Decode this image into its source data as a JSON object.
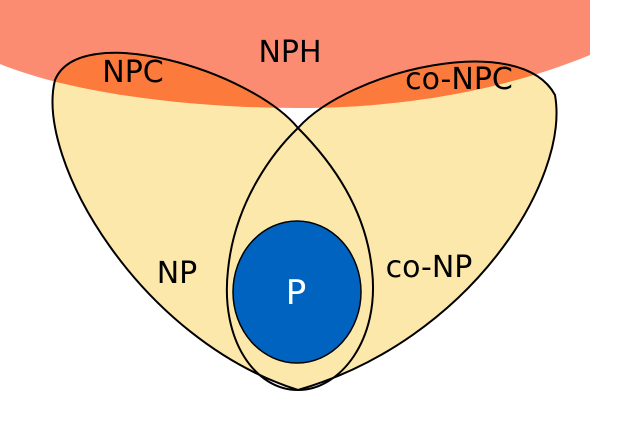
{
  "diagram": {
    "labels": {
      "nph": "NPH",
      "npc": "NPC",
      "conpc": "co-NPC",
      "np": "NP",
      "conp": "co-NP",
      "p": "P"
    },
    "colors": {
      "background": "#ffffff",
      "nph_fill": "#fb8c72",
      "npc_fill": "#fb7a3c",
      "np_fill": "#fde7a6",
      "overlap_fill": "#fddb7c",
      "p_fill": "#0063c0",
      "outline": "#000000",
      "label_text": "#000000",
      "p_text": "#ffffff"
    }
  }
}
